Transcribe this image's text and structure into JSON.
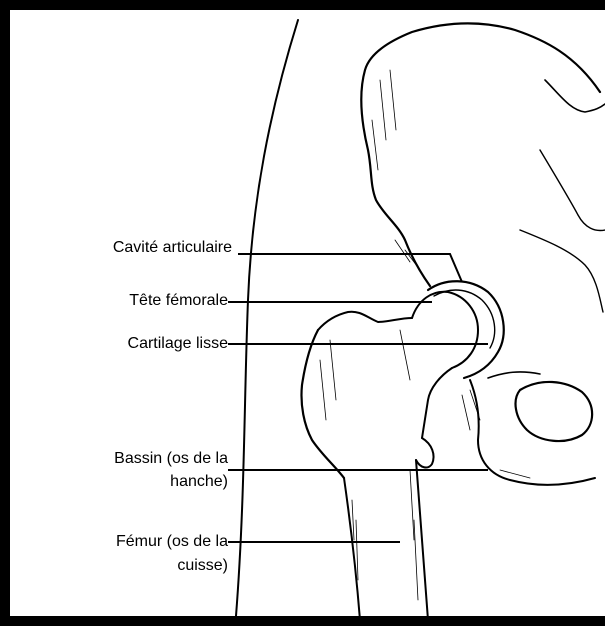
{
  "labels": {
    "cavite": "Cavité articulaire",
    "tete": "Tête fémorale",
    "cartilage": "Cartilage lisse",
    "bassin_1": "Bassin (os de la",
    "bassin_2": "hanche)",
    "femur_1": "Fémur (os de la",
    "femur_2": "cuisse)"
  },
  "colors": {
    "ink": "#000000",
    "background": "#ffffff"
  }
}
